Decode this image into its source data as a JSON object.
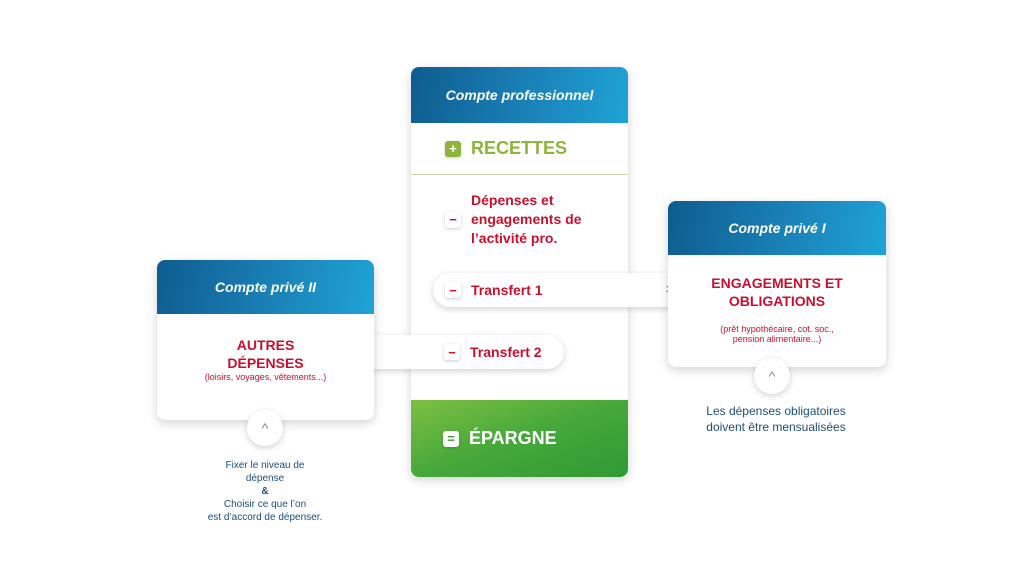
{
  "pro": {
    "title": "Compte professionnel",
    "recettes": "RECETTES",
    "depenses": "Dépenses et engagements de l’activité pro.",
    "transfert1": "Transfert 1",
    "transfert2": "Transfert 2",
    "epargne": "ÉPARGNE"
  },
  "priv2": {
    "title": "Compte privé II",
    "heading_line1": "AUTRES",
    "heading_line2": "DÉPENSES",
    "detail": "(loisirs, voyages, vêtements...)"
  },
  "priv1": {
    "title": "Compte privé I",
    "heading_line1": "ENGAGEMENTS ET",
    "heading_line2": "OBLIGATIONS",
    "detail_line1": "(prêt hypothécaire, cot. soc.,",
    "detail_line2": "pension alimentaire...)"
  },
  "notes": {
    "left_line1": "Fixer le niveau de",
    "left_line2": "dépense",
    "left_amp": "&",
    "left_line3": "Choisir ce que l’on",
    "left_line4": "est d’accord de dépenser.",
    "right_line1": "Les dépenses obligatoires",
    "right_line2": "doivent être mensualisées"
  },
  "icons": {
    "plus": "+",
    "minus": "−",
    "equal": "=",
    "chevron_right": "›",
    "chevron_left": "‹",
    "chevron_up": "^"
  },
  "colors": {
    "header_blue": "#0e5c8f",
    "recettes_green": "#8db53b",
    "expense_red": "#c8102e",
    "epargne_green": "#46a83a",
    "note_blue": "#1b4f7a"
  }
}
